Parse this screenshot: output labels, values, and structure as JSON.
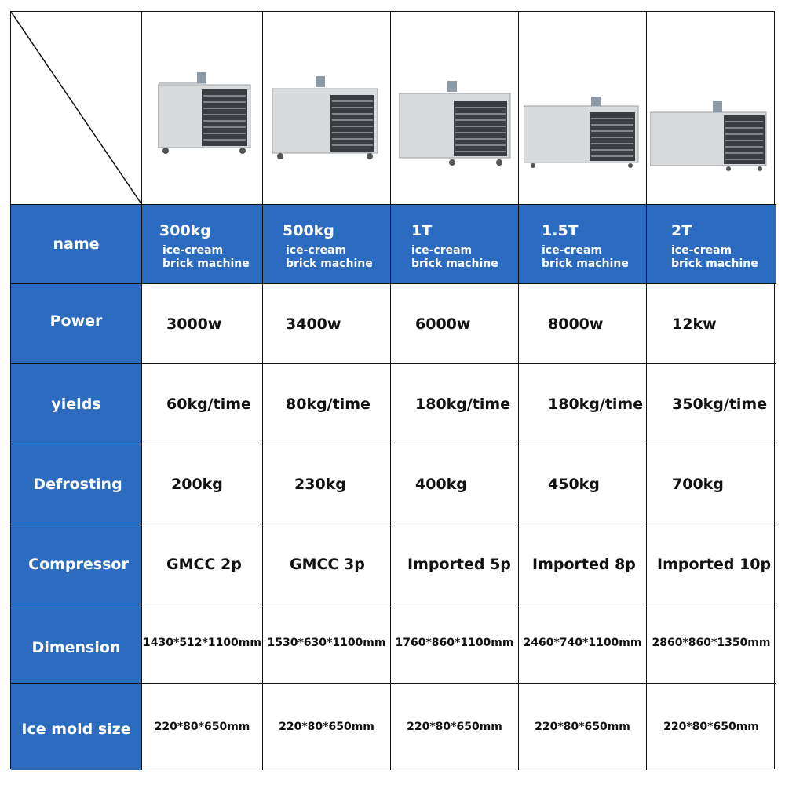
{
  "table": {
    "corner_label": "",
    "row_labels": {
      "name": "name",
      "power": "Power",
      "yields": "yields",
      "defrosting": "Defrosting",
      "compressor": "Compressor",
      "dimension": "Dimension",
      "ice_mold": "Ice mold size"
    },
    "machines": [
      {
        "image": "ice-brick-machine-photo",
        "capacity": "300kg",
        "type_line1": "ice-cream",
        "type_line2": "brick machine",
        "power": "3000w",
        "yields": "60kg/time",
        "defrosting": "200kg",
        "compressor": "GMCC 2p",
        "dimension": "1430*512*1100mm",
        "ice_mold": "220*80*650mm"
      },
      {
        "image": "ice-brick-machine-photo",
        "capacity": "500kg",
        "type_line1": "ice-cream",
        "type_line2": "brick machine",
        "power": "3400w",
        "yields": "80kg/time",
        "defrosting": "230kg",
        "compressor": "GMCC 3p",
        "dimension": "1530*630*1100mm",
        "ice_mold": "220*80*650mm"
      },
      {
        "image": "ice-brick-machine-photo",
        "capacity": "1T",
        "type_line1": "ice-cream",
        "type_line2": "brick machine",
        "power": "6000w",
        "yields": "180kg/time",
        "defrosting": "400kg",
        "compressor": "Imported 5p",
        "dimension": "1760*860*1100mm",
        "ice_mold": "220*80*650mm"
      },
      {
        "image": "ice-brick-machine-photo",
        "capacity": "1.5T",
        "type_line1": "ice-cream",
        "type_line2": "brick machine",
        "power": "8000w",
        "yields": "180kg/time",
        "defrosting": "450kg",
        "compressor": "Imported 8p",
        "dimension": "2460*740*1100mm",
        "ice_mold": "220*80*650mm"
      },
      {
        "image": "ice-brick-machine-photo",
        "capacity": "2T",
        "type_line1": "ice-cream",
        "type_line2": "brick machine",
        "power": "12kw",
        "yields": "350kg/time",
        "defrosting": "700kg",
        "compressor": "Imported 10p",
        "dimension": "2860*860*1350mm",
        "ice_mold": "220*80*650mm"
      }
    ]
  },
  "colors": {
    "header_blue": "#2b6cc1",
    "border": "#111111",
    "machine_steel": "#d4d6d8"
  }
}
